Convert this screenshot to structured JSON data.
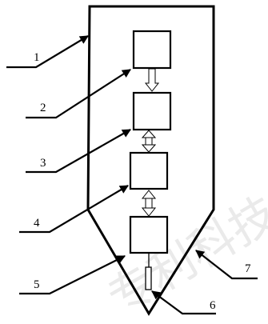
{
  "figure": {
    "labels": [
      "1",
      "2",
      "3",
      "4",
      "5",
      "6",
      "7"
    ],
    "watermark": "专利科技",
    "colors": {
      "ink": "#000000",
      "watermark": "#d9d9d9",
      "background": "#ffffff"
    }
  }
}
